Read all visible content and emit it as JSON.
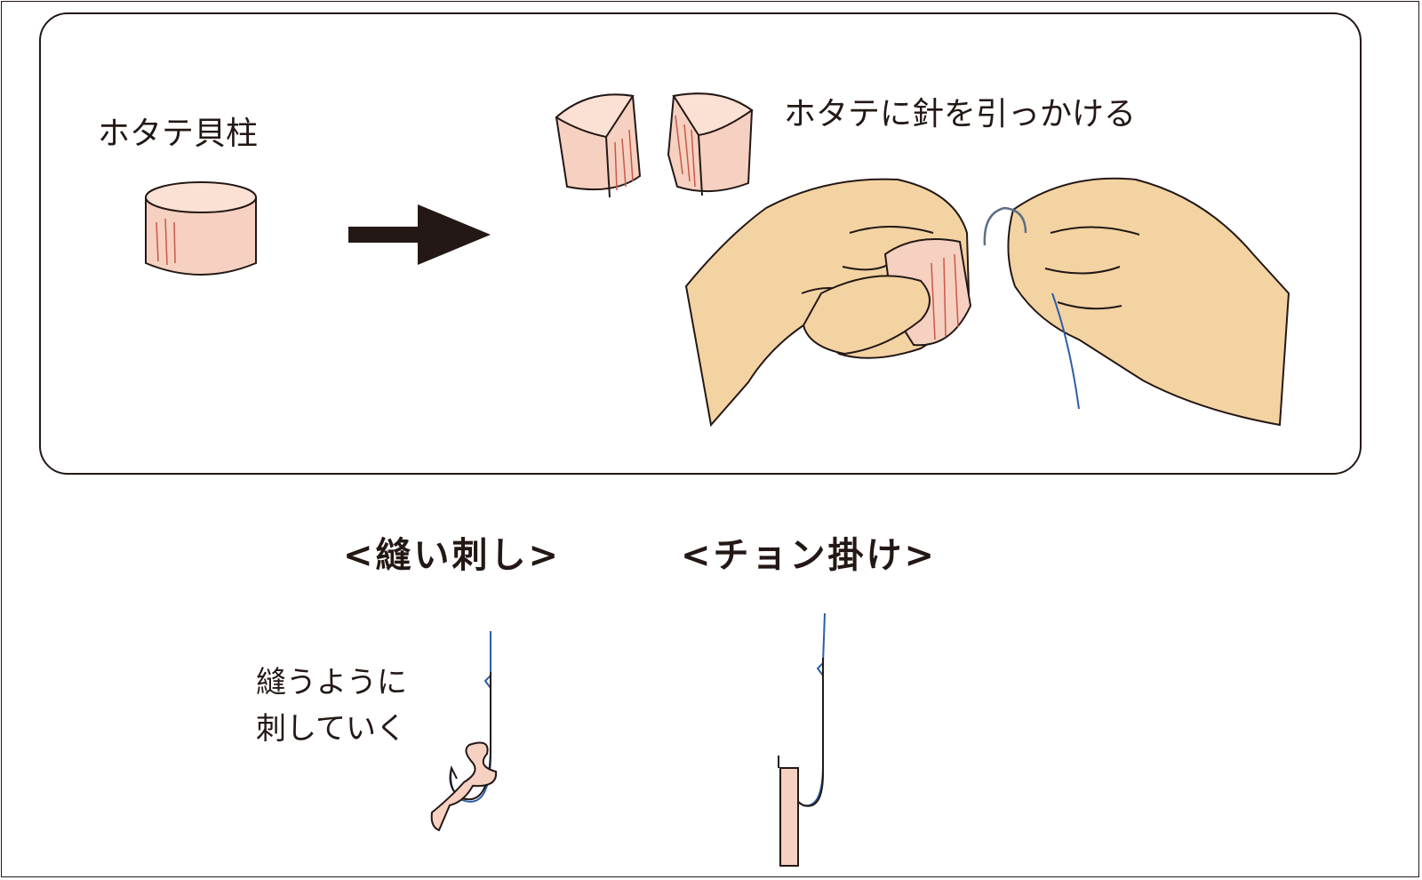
{
  "labels": {
    "scallop": "ホタテ貝柱",
    "hook_it": "ホタテに針を引っかける",
    "nui_sashi": "<縫い刺し>",
    "chon_gake": "<チョン掛け>",
    "note_line1": "縫うように",
    "note_line2": "刺していく"
  },
  "icons": [
    "scallop-whole",
    "arrow-right",
    "scallop-half-left",
    "scallop-half-right",
    "hands-with-hook",
    "hook-sewn-bait",
    "hook-pinned-bait"
  ],
  "colors": {
    "flesh": "#f6d0c0",
    "flesh_line": "#c8584a",
    "skin": "#f4d3a2",
    "line": "#231815",
    "fishing_line": "#2b5ea7"
  }
}
